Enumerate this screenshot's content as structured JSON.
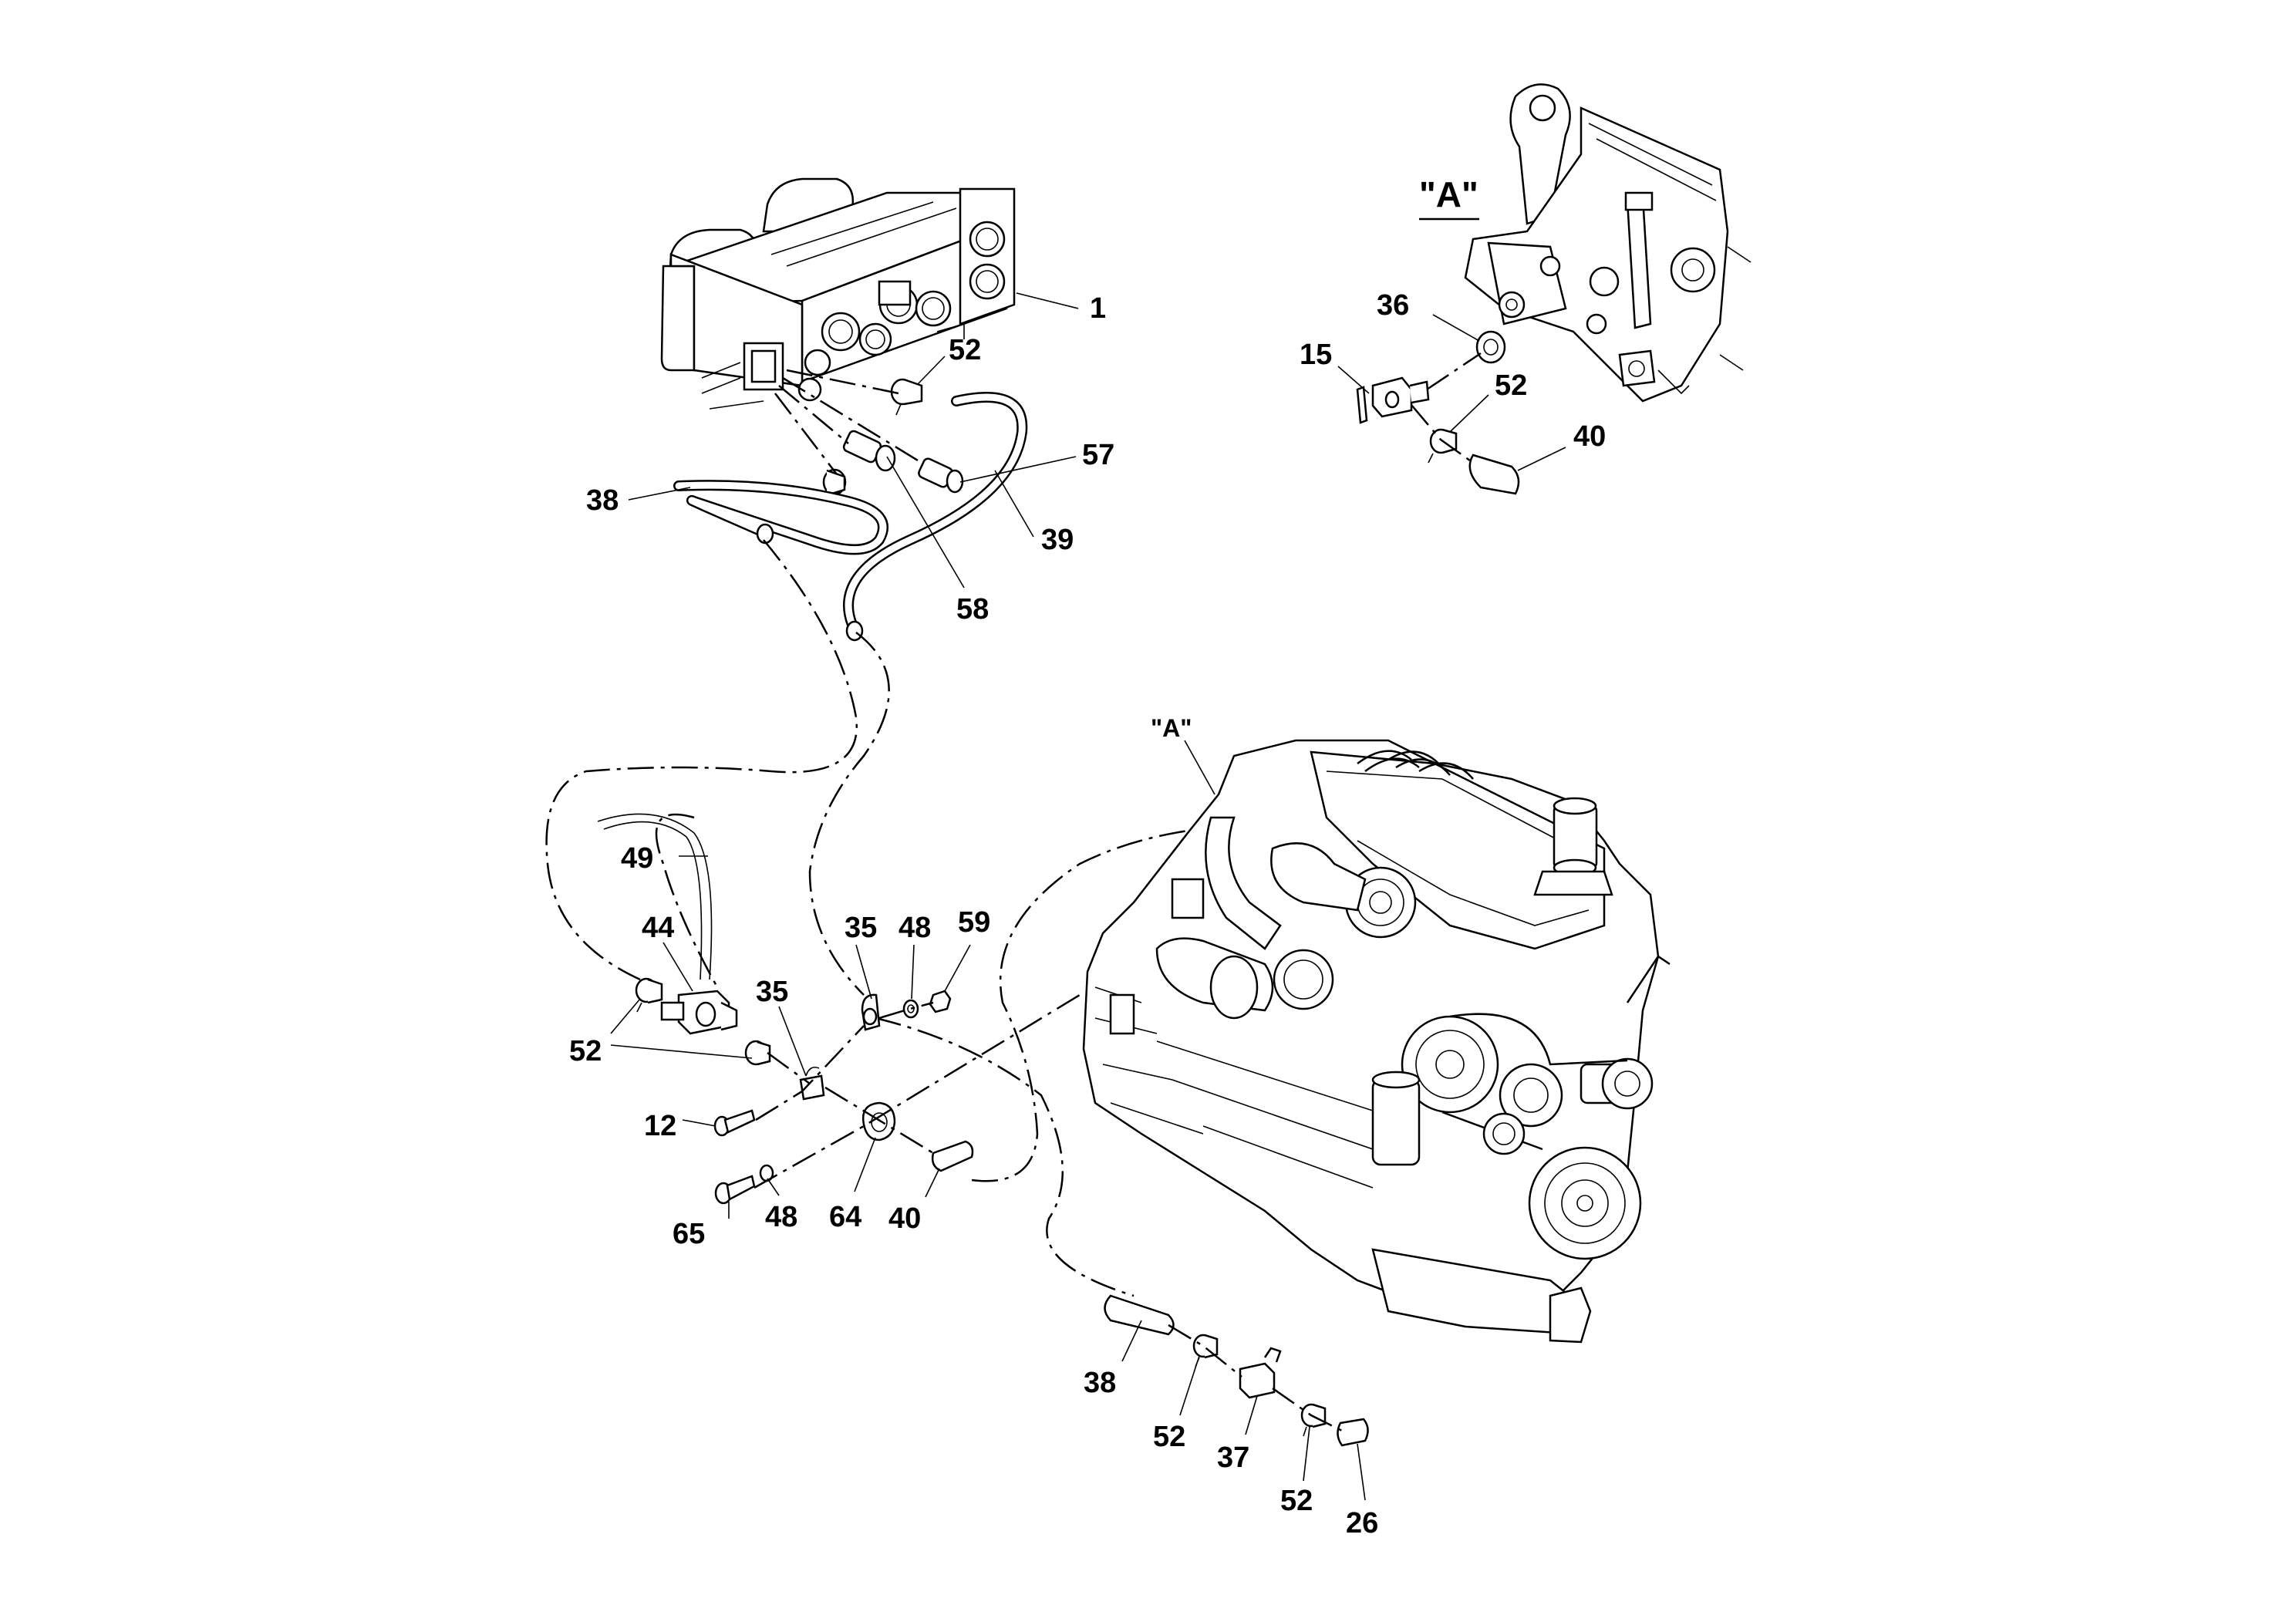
{
  "view_label": "\"A\"",
  "engine_view_marker": "\"A\"",
  "part_labels": [
    {
      "id": "label-1",
      "text": "1"
    },
    {
      "id": "label-52-heater",
      "text": "52"
    },
    {
      "id": "label-57",
      "text": "57"
    },
    {
      "id": "label-38-top",
      "text": "38"
    },
    {
      "id": "label-39",
      "text": "39"
    },
    {
      "id": "label-58",
      "text": "58"
    },
    {
      "id": "label-49",
      "text": "49"
    },
    {
      "id": "label-44",
      "text": "44"
    },
    {
      "id": "label-35-left",
      "text": "35"
    },
    {
      "id": "label-35-right",
      "text": "35"
    },
    {
      "id": "label-48-top",
      "text": "48"
    },
    {
      "id": "label-59",
      "text": "59"
    },
    {
      "id": "label-52-valve",
      "text": "52"
    },
    {
      "id": "label-12",
      "text": "12"
    },
    {
      "id": "label-65",
      "text": "65"
    },
    {
      "id": "label-48-bottom",
      "text": "48"
    },
    {
      "id": "label-64",
      "text": "64"
    },
    {
      "id": "label-40-bottom",
      "text": "40"
    },
    {
      "id": "label-38-bottom",
      "text": "38"
    },
    {
      "id": "label-52-bottom-a",
      "text": "52"
    },
    {
      "id": "label-37",
      "text": "37"
    },
    {
      "id": "label-52-bottom-b",
      "text": "52"
    },
    {
      "id": "label-26",
      "text": "26"
    },
    {
      "id": "label-36",
      "text": "36"
    },
    {
      "id": "label-15",
      "text": "15"
    },
    {
      "id": "label-52-detail",
      "text": "52"
    },
    {
      "id": "label-40-detail",
      "text": "40"
    }
  ]
}
